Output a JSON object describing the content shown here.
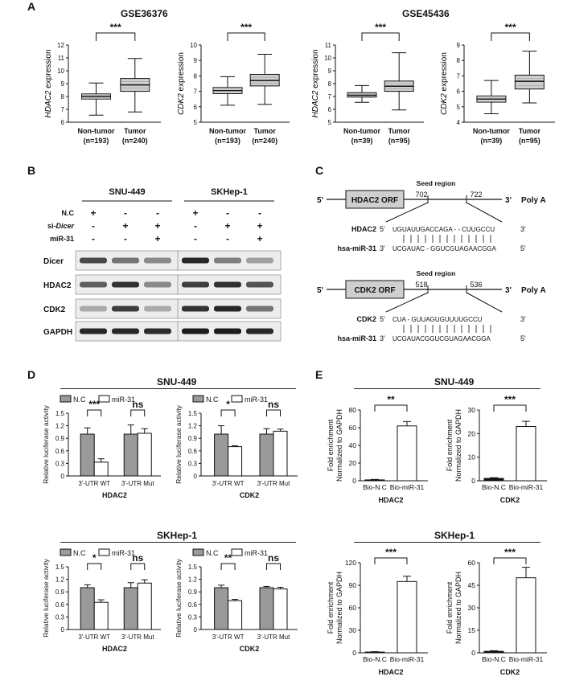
{
  "panels": {
    "A": "A",
    "B": "B",
    "C": "C",
    "D": "D",
    "E": "E"
  },
  "datasets": {
    "left": "GSE36376",
    "right": "GSE45436"
  },
  "chart_data": [
    {
      "type": "box",
      "dataset": "GSE36376",
      "gene": "HDAC2",
      "ylabel": " expression",
      "ylim": [
        6,
        12
      ],
      "yticks": [
        6,
        7,
        8,
        9,
        10,
        11,
        12
      ],
      "categories": [
        "Non-tumor",
        "Tumor"
      ],
      "ns": [
        "(n=193)",
        "(n=240)"
      ],
      "boxes": [
        {
          "min": 6.55,
          "q1": 7.8,
          "median": 8.0,
          "q3": 8.2,
          "max": 9.05
        },
        {
          "min": 6.8,
          "q1": 8.4,
          "median": 8.9,
          "q3": 9.4,
          "max": 10.95
        }
      ],
      "significance": "***"
    },
    {
      "type": "box",
      "dataset": "GSE36376",
      "gene": "CDK2",
      "ylabel": " expression",
      "ylim": [
        5,
        10
      ],
      "yticks": [
        5,
        6,
        7,
        8,
        9,
        10
      ],
      "categories": [
        "Non-tumor",
        "Tumor"
      ],
      "ns": [
        "(n=193)",
        "(n=240)"
      ],
      "boxes": [
        {
          "min": 6.1,
          "q1": 6.85,
          "median": 7.05,
          "q3": 7.25,
          "max": 7.95
        },
        {
          "min": 6.15,
          "q1": 7.35,
          "median": 7.7,
          "q3": 8.1,
          "max": 9.4
        }
      ],
      "significance": "***"
    },
    {
      "type": "box",
      "dataset": "GSE45436",
      "gene": "HDAC2",
      "ylabel": " expression",
      "ylim": [
        5,
        11
      ],
      "yticks": [
        5,
        6,
        7,
        8,
        9,
        10,
        11
      ],
      "categories": [
        "Non-tumor",
        "Tumor"
      ],
      "ns": [
        "(n=39)",
        "(n=95)"
      ],
      "boxes": [
        {
          "min": 6.55,
          "q1": 6.95,
          "median": 7.1,
          "q3": 7.3,
          "max": 7.85
        },
        {
          "min": 5.95,
          "q1": 7.4,
          "median": 7.8,
          "q3": 8.2,
          "max": 10.4
        }
      ],
      "significance": "***"
    },
    {
      "type": "box",
      "dataset": "GSE45436",
      "gene": "CDK2",
      "ylabel": " expression",
      "ylim": [
        4,
        9
      ],
      "yticks": [
        4,
        5,
        6,
        7,
        8,
        9
      ],
      "categories": [
        "Non-tumor",
        "Tumor"
      ],
      "ns": [
        "(n=39)",
        "(n=95)"
      ],
      "boxes": [
        {
          "min": 4.55,
          "q1": 5.3,
          "median": 5.5,
          "q3": 5.7,
          "max": 6.7
        },
        {
          "min": 5.25,
          "q1": 6.15,
          "median": 6.65,
          "q3": 7.05,
          "max": 8.6
        }
      ],
      "significance": "***"
    },
    {
      "type": "bar",
      "cell_line": "SNU-449",
      "gene": "HDAC2",
      "ylabel": "Relative luciferase activity",
      "ylim": [
        0,
        1.5
      ],
      "yticks": [
        "0",
        "0.3",
        "0.6",
        "0.9",
        "1.2",
        "1.5"
      ],
      "categories": [
        "3'-UTR WT",
        "3'-UTR Mut"
      ],
      "series": [
        {
          "name": "N.C",
          "values": [
            1.0,
            1.0
          ],
          "errors": [
            0.15,
            0.22
          ],
          "color": "#9a9a9a"
        },
        {
          "name": "miR-31",
          "values": [
            0.33,
            1.02
          ],
          "errors": [
            0.08,
            0.11
          ],
          "color": "#ffffff"
        }
      ],
      "significance": [
        "***",
        "ns"
      ]
    },
    {
      "type": "bar",
      "cell_line": "SNU-449",
      "gene": "CDK2",
      "ylabel": "Relative luciferase activity",
      "ylim": [
        0,
        1.5
      ],
      "yticks": [
        "0",
        "0.3",
        "0.6",
        "0.9",
        "1.2",
        "1.5"
      ],
      "categories": [
        "3'-UTR WT",
        "3'-UTR Mut"
      ],
      "series": [
        {
          "name": "N.C",
          "values": [
            1.0,
            1.0
          ],
          "errors": [
            0.2,
            0.13
          ],
          "color": "#9a9a9a"
        },
        {
          "name": "miR-31",
          "values": [
            0.7,
            1.07
          ],
          "errors": [
            0.02,
            0.05
          ],
          "color": "#ffffff"
        }
      ],
      "significance": [
        "*",
        "ns"
      ]
    },
    {
      "type": "bar",
      "cell_line": "SKHep-1",
      "gene": "HDAC2",
      "ylabel": "Relative luciferase activity",
      "ylim": [
        0,
        1.5
      ],
      "yticks": [
        "0",
        "0.3",
        "0.6",
        "0.9",
        "1.2",
        "1.5"
      ],
      "categories": [
        "3'-UTR WT",
        "3'-UTR Mut"
      ],
      "series": [
        {
          "name": "N.C",
          "values": [
            1.0,
            1.0
          ],
          "errors": [
            0.07,
            0.12
          ],
          "color": "#9a9a9a"
        },
        {
          "name": "miR-31",
          "values": [
            0.65,
            1.11
          ],
          "errors": [
            0.06,
            0.08
          ],
          "color": "#ffffff"
        }
      ],
      "significance": [
        "*",
        "ns"
      ]
    },
    {
      "type": "bar",
      "cell_line": "SKHep-1",
      "gene": "CDK2",
      "ylabel": "Relative luciferase activity",
      "ylim": [
        0,
        1.5
      ],
      "yticks": [
        "0",
        "0.3",
        "0.6",
        "0.9",
        "1.2",
        "1.5"
      ],
      "categories": [
        "3'-UTR WT",
        "3'-UTR Mut"
      ],
      "series": [
        {
          "name": "N.C",
          "values": [
            1.0,
            1.0
          ],
          "errors": [
            0.06,
            0.03
          ],
          "color": "#9a9a9a"
        },
        {
          "name": "miR-31",
          "values": [
            0.69,
            0.97
          ],
          "errors": [
            0.03,
            0.04
          ],
          "color": "#ffffff"
        }
      ],
      "significance": [
        "**",
        "ns"
      ]
    },
    {
      "type": "bar",
      "cell_line": "SNU-449",
      "gene": "HDAC2",
      "ylabel": [
        "Fold enrichment",
        "Normalized to GAPDH"
      ],
      "ylim": [
        0,
        80
      ],
      "yticks": [
        "0",
        "20",
        "40",
        "60",
        "80"
      ],
      "categories": [
        "Bio-N.C",
        "Bio-miR-31"
      ],
      "values": [
        1,
        62
      ],
      "errors": [
        0.5,
        5
      ],
      "significance": "**"
    },
    {
      "type": "bar",
      "cell_line": "SNU-449",
      "gene": "CDK2",
      "ylabel": [
        "Fold enrichment",
        "Normalized to GAPDH"
      ],
      "ylim": [
        0,
        30
      ],
      "yticks": [
        "0",
        "10",
        "20",
        "30"
      ],
      "categories": [
        "Bio-N.C",
        "Bio-miR-31"
      ],
      "values": [
        1,
        23
      ],
      "errors": [
        0.3,
        2.2
      ],
      "significance": "***"
    },
    {
      "type": "bar",
      "cell_line": "SKHep-1",
      "gene": "HDAC2",
      "ylabel": [
        "Fold enrichment",
        "Normalized to GAPDH"
      ],
      "ylim": [
        0,
        120
      ],
      "yticks": [
        "0",
        "30",
        "60",
        "90",
        "120"
      ],
      "categories": [
        "Bio-N.C",
        "Bio-miR-31"
      ],
      "values": [
        1,
        95
      ],
      "errors": [
        0.5,
        7
      ],
      "significance": "***"
    },
    {
      "type": "bar",
      "cell_line": "SKHep-1",
      "gene": "CDK2",
      "ylabel": [
        "Fold enrichment",
        "Normalized to GAPDH"
      ],
      "ylim": [
        0,
        60
      ],
      "yticks": [
        "0",
        "15",
        "30",
        "45",
        "60"
      ],
      "categories": [
        "Bio-N.C",
        "Bio-miR-31"
      ],
      "values": [
        1,
        50
      ],
      "errors": [
        0.4,
        7
      ],
      "significance": "***"
    }
  ],
  "western": {
    "cell_lines": [
      "SNU-449",
      "SKHep-1"
    ],
    "row_labels": [
      "N.C",
      "si-",
      "miR-31"
    ],
    "dicer_italic": "Dicer",
    "signs": [
      [
        "+",
        "-",
        "-"
      ],
      [
        "-",
        "+",
        "+"
      ],
      [
        "-",
        "-",
        "+"
      ]
    ],
    "proteins": [
      "Dicer",
      "HDAC2",
      "CDK2",
      "GAPDH"
    ],
    "intensity": {
      "Dicer": [
        [
          0.75,
          0.55,
          0.45
        ],
        [
          0.9,
          0.5,
          0.35
        ]
      ],
      "HDAC2": [
        [
          0.65,
          0.85,
          0.45
        ],
        [
          0.8,
          0.85,
          0.7
        ]
      ],
      "CDK2": [
        [
          0.3,
          0.8,
          0.3
        ],
        [
          0.85,
          0.9,
          0.55
        ]
      ],
      "GAPDH": [
        [
          0.9,
          0.9,
          0.88
        ],
        [
          0.95,
          0.95,
          0.9
        ]
      ]
    }
  },
  "seed": {
    "five": "5'",
    "three": "3'",
    "seed_region": "Seed region",
    "poly_a": "Poly A",
    "hdac2": {
      "orf": "HDAC2 ORF",
      "start": "702",
      "end": "722",
      "gene_label": "HDAC2",
      "gene_seq": "UGUAUUGACCAGA - - CUUGCCU",
      "mir_label": "hsa-miR-31",
      "mir_seq": "UCGAUAC - GGUCGUAGAACGGA"
    },
    "cdk2": {
      "orf": "CDK2 ORF",
      "start": "518",
      "end": "536",
      "gene_label": "CDK2",
      "gene_seq": "CUA - GUUAGUGUUUUGCCU",
      "mir_label": "hsa-miR-31",
      "mir_seq": "UCGAUACGGUCGUAGAACGGA"
    }
  },
  "luciferase": {
    "title_top": "SNU-449",
    "title_bottom": "SKHep-1"
  },
  "rip": {
    "title_top": "SNU-449",
    "title_bottom": "SKHep-1"
  }
}
